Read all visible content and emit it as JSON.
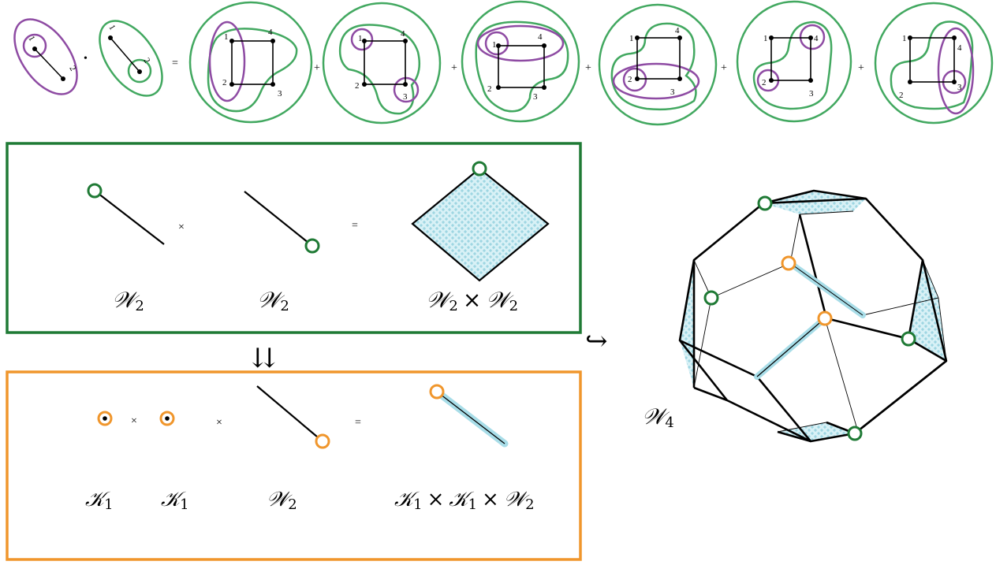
{
  "colors": {
    "purple": "#8e4ba3",
    "green": "#42a860",
    "dark_green": "#1f7a35",
    "orange": "#f0962c",
    "fill_cyan": "#a8dde8",
    "stroke": "#000000"
  },
  "top_row": {
    "labels": {
      "one": "1",
      "two": "2",
      "three": "3",
      "four": "4"
    },
    "ops": {
      "dot": "•",
      "equals": "=",
      "plus": "+"
    }
  },
  "green_box": {
    "times1": "×",
    "equals": "=",
    "w_symbol": "𝒲",
    "sub2": "2",
    "times2": "×"
  },
  "implies": "⇊",
  "hook_arrow": "↪",
  "orange_box": {
    "times": "×",
    "equals": "=",
    "k_symbol": "𝒦",
    "w_symbol": "𝒲",
    "sub1": "1",
    "sub2": "2"
  },
  "w4": {
    "symbol": "𝒲",
    "sub": "4"
  }
}
